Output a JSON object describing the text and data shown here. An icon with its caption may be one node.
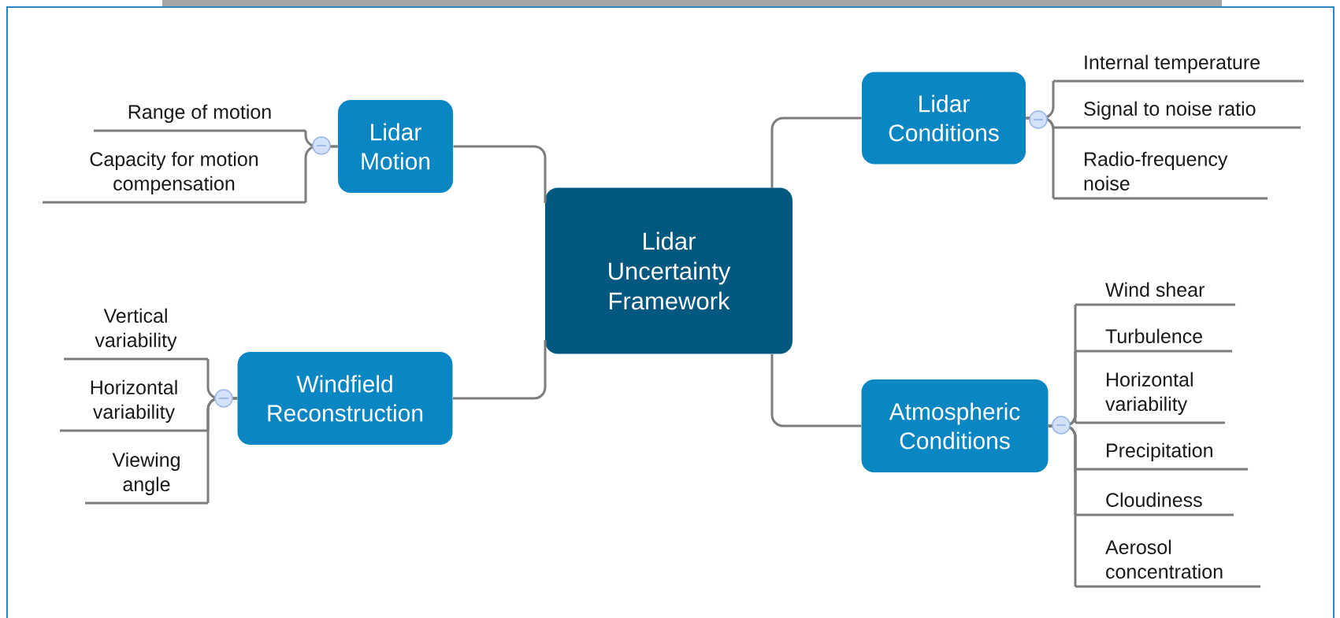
{
  "diagram": {
    "nodes": [
      {
        "text": [
          "Lidar Uncertainty Framework"
        ]
      },
      {
        "text": [
          "Lidar Motion"
        ]
      },
      {
        "text": [
          "Range of motion"
        ]
      },
      {
        "text": [
          "Capacity for motion compensation"
        ]
      },
      {
        "text": [
          "Windfield Reconstruction"
        ]
      },
      {
        "text": [
          "Vertical variability"
        ]
      },
      {
        "text": [
          "Horizontal variability"
        ]
      },
      {
        "text": [
          "Viewing angle"
        ]
      },
      {
        "text": [
          "Lidar Conditions"
        ]
      },
      {
        "text": [
          "Internal temperature"
        ]
      },
      {
        "text": [
          "Signal to noise ratio"
        ]
      },
      {
        "text": [
          "Radio-frequency noise"
        ]
      },
      {
        "text": [
          "Atmospheric Conditions"
        ]
      },
      {
        "text": [
          "Wind shear"
        ]
      },
      {
        "text": [
          "Turbulence"
        ]
      },
      {
        "text": [
          "Horizontal variability"
        ]
      },
      {
        "text": [
          "Precipitation"
        ]
      },
      {
        "text": [
          "Cloudiness"
        ]
      },
      {
        "text": [
          "Aerosol concentration"
        ]
      }
    ],
    "edges": [
      {
        "from": 0,
        "to": 1,
        "arrow": "none"
      },
      {
        "from": 0,
        "to": 4,
        "arrow": "none"
      },
      {
        "from": 0,
        "to": 8,
        "arrow": "none"
      },
      {
        "from": 0,
        "to": 12,
        "arrow": "none"
      },
      {
        "from": 1,
        "to": 2,
        "arrow": "none"
      },
      {
        "from": 1,
        "to": 3,
        "arrow": "none"
      },
      {
        "from": 4,
        "to": 5,
        "arrow": "none"
      },
      {
        "from": 4,
        "to": 6,
        "arrow": "none"
      },
      {
        "from": 4,
        "to": 7,
        "arrow": "none"
      },
      {
        "from": 8,
        "to": 9,
        "arrow": "none"
      },
      {
        "from": 8,
        "to": 10,
        "arrow": "none"
      },
      {
        "from": 8,
        "to": 11,
        "arrow": "none"
      },
      {
        "from": 12,
        "to": 13,
        "arrow": "none"
      },
      {
        "from": 12,
        "to": 14,
        "arrow": "none"
      },
      {
        "from": 12,
        "to": 15,
        "arrow": "none"
      },
      {
        "from": 12,
        "to": 16,
        "arrow": "none"
      },
      {
        "from": 12,
        "to": 17,
        "arrow": "none"
      },
      {
        "from": 12,
        "to": 18,
        "arrow": "none"
      }
    ]
  }
}
